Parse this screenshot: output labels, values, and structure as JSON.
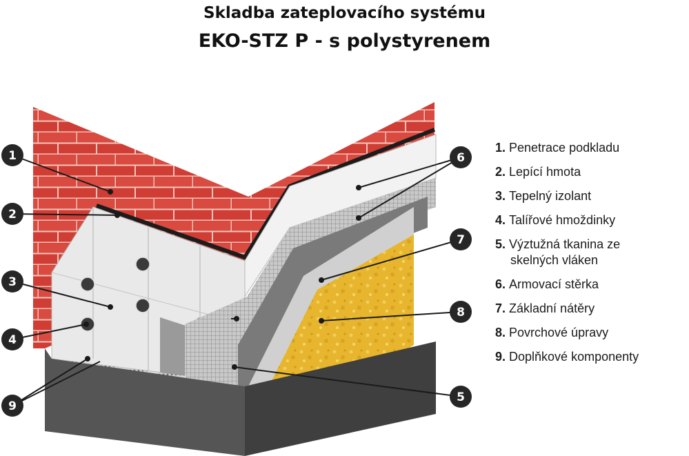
{
  "title": {
    "line1": "Skladba zateplovacího systému",
    "line2": "EKO-STZ P - s polystyrenem"
  },
  "legend": [
    {
      "num": "1.",
      "label": "Penetrace podkladu"
    },
    {
      "num": "2.",
      "label": "Lepící hmota"
    },
    {
      "num": "3.",
      "label": "Tepelný izolant"
    },
    {
      "num": "4.",
      "label": "Talířové hmoždinky"
    },
    {
      "num": "5.",
      "label": "Výztužná tkanina ze skelných vláken"
    },
    {
      "num": "6.",
      "label": "Armovací stěrka"
    },
    {
      "num": "7.",
      "label": "Základní nátěry"
    },
    {
      "num": "8.",
      "label": "Povrchové úpravy"
    },
    {
      "num": "9.",
      "label": "Doplňkové komponenty"
    }
  ],
  "callouts": [
    "1",
    "2",
    "3",
    "4",
    "5",
    "6",
    "7",
    "8",
    "9"
  ],
  "colors": {
    "brick": "#d8443c",
    "mortar": "#f1c6bb",
    "insulation": "#e6e6e6",
    "mesh": "#bfbfbf",
    "plaster": "#e7b62e",
    "base": "#5a5a5a",
    "callout": "#262626"
  }
}
